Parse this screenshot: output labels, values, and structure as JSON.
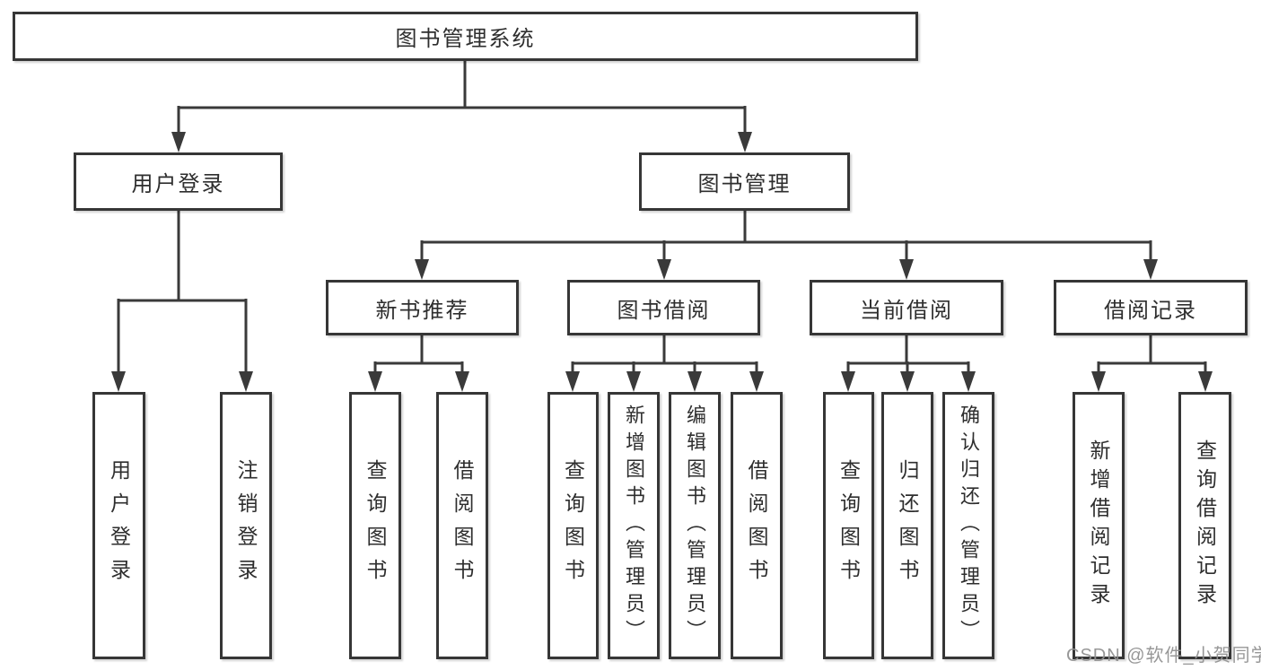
{
  "diagram": {
    "title": "图书管理系统",
    "type": "hierarchy-diagram",
    "nodes": {
      "root": "图书管理系统",
      "user_login": "用户登录",
      "book_management": "图书管理",
      "new_book_recommend": "新书推荐",
      "book_borrowing": "图书借阅",
      "current_borrowing": "当前借阅",
      "borrow_records": "借阅记录",
      "leaf_user_login": "用户登录",
      "leaf_logout": "注销登录",
      "leaf_recommend_query": "查询图书",
      "leaf_recommend_borrow": "借阅图书",
      "leaf_borrowing_query": "查询图书",
      "leaf_borrowing_add": "新增图书（管理员）",
      "leaf_borrowing_edit": "编辑图书（管理员）",
      "leaf_borrowing_borrow": "借阅图书",
      "leaf_current_query": "查询图书",
      "leaf_current_return": "归还图书",
      "leaf_current_confirm": "确认归还（管理员）",
      "leaf_records_add": "新增借阅记录",
      "leaf_records_query": "查询借阅记录"
    },
    "tree": {
      "图书管理系统": [
        "用户登录",
        "图书管理"
      ],
      "用户登录": [
        "用户登录",
        "注销登录"
      ],
      "图书管理": [
        "新书推荐",
        "图书借阅",
        "当前借阅",
        "借阅记录"
      ],
      "新书推荐": [
        "查询图书",
        "借阅图书"
      ],
      "图书借阅": [
        "查询图书",
        "新增图书（管理员）",
        "编辑图书（管理员）",
        "借阅图书"
      ],
      "当前借阅": [
        "查询图书",
        "归还图书",
        "确认归还（管理员）"
      ],
      "借阅记录": [
        "新增借阅记录",
        "查询借阅记录"
      ]
    },
    "colors": {
      "line": "#3a3a3a",
      "box_border": "#363636",
      "text": "#2e2e2e",
      "watermark": "#919191",
      "background": "#ffffff"
    },
    "watermark": "CSDN @软件_小贺同学"
  }
}
